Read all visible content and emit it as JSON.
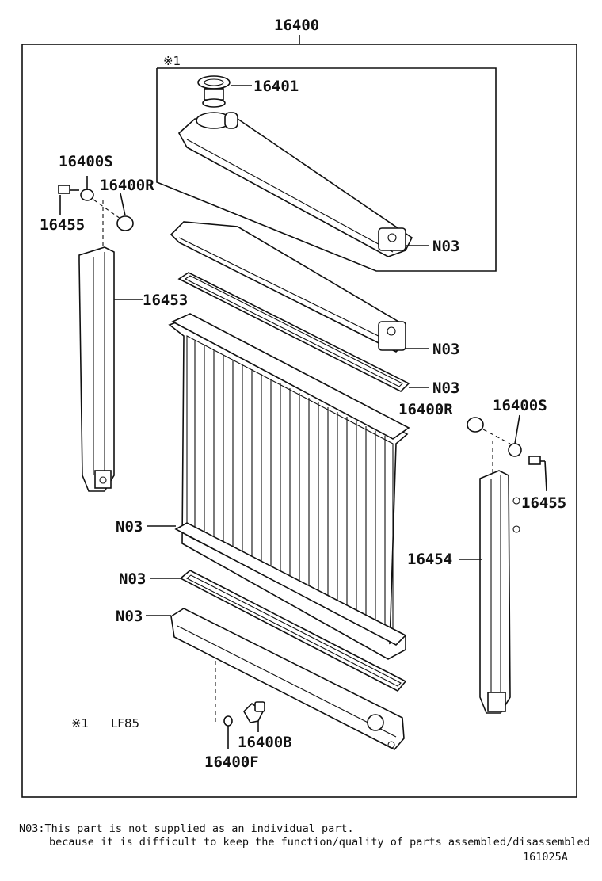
{
  "labels": {
    "assembly": "16400",
    "cap": "16401",
    "drain_plug": "16400B",
    "drain_gasket": "16400F",
    "bolt_left": "16400S",
    "bolt_right": "16400S",
    "cushion_left": "16400R",
    "cushion_right": "16400R",
    "nut_left": "16455",
    "nut_right": "16455",
    "support_left": "16453",
    "support_right": "16454",
    "n03_upper_tank": "N03",
    "n03_lower_tank_top": "N03",
    "n03_gasket_top": "N03",
    "n03_core": "N03",
    "n03_gasket_bottom": "N03",
    "n03_lower_tank": "N03",
    "mark_top": "※1",
    "legend_mark": "※1",
    "legend_code": "LF85"
  },
  "footer": {
    "note_line1": "N03:This part is not supplied as an individual part.",
    "note_line2": "because it is difficult to keep the function/quality of parts assembled/disassembled",
    "diagram_id": "161025A"
  }
}
